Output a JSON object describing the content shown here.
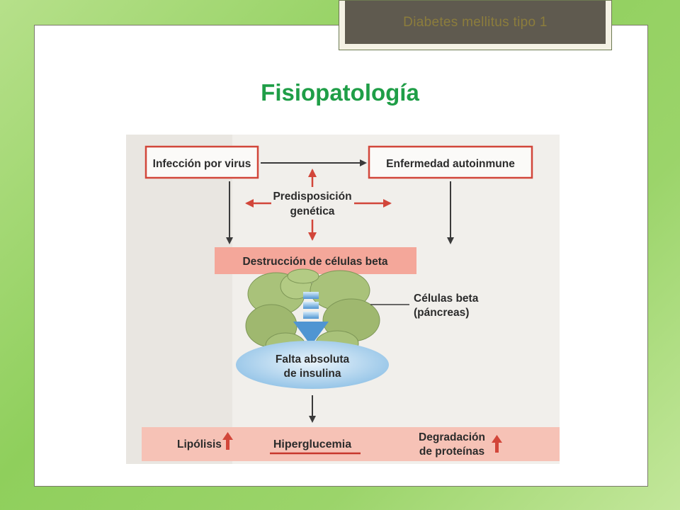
{
  "header": {
    "tab_title": "Diabetes mellitus tipo 1"
  },
  "slide": {
    "title": "Fisiopatología"
  },
  "diagram": {
    "infeccion": "Infección por virus",
    "enfermedad": "Enfermedad autoinmune",
    "predisposicion_line1": "Predisposición",
    "predisposicion_line2": "genética",
    "destruccion": "Destrucción de células beta",
    "celulas_line1": "Células beta",
    "celulas_line2": "(páncreas)",
    "falta_line1": "Falta absoluta",
    "falta_line2": "de insulina",
    "lipolisis": "Lipólisis",
    "hiperglucemia": "Hiperglucemia",
    "degradacion_line1": "Degradación",
    "degradacion_line2": "de proteínas"
  },
  "colors": {
    "accent_red": "#d2463a",
    "title_green": "#1f9e47",
    "bar_pink": "#f4a79a",
    "bottom_bar": "#f6c2b6",
    "cell_green": "#a9c27a",
    "insulin_blue": "#8fc1e6"
  }
}
